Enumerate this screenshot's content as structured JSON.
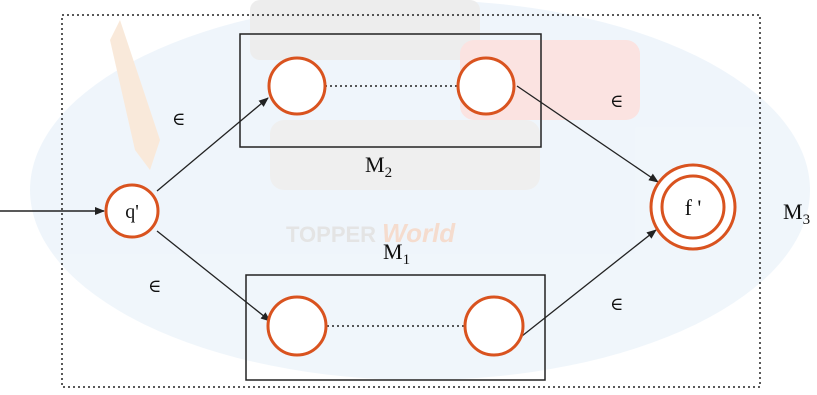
{
  "colors": {
    "state_stroke": "#d9531f",
    "line": "#222222",
    "background": "#ffffff",
    "watermark_blue": "#e6f0fa",
    "watermark_gray": "#e9e9e9",
    "watermark_orange": "#f6dcc8",
    "watermark_pink": "#f8d3d0"
  },
  "states": {
    "start": "q'",
    "final": "f '"
  },
  "machines": {
    "upper": "M",
    "upper_sub": "2",
    "lower": "M",
    "lower_sub": "1",
    "outer": "M",
    "outer_sub": "3"
  },
  "transitions": {
    "start_to_upper": "∈",
    "start_to_lower": "∈",
    "upper_to_final": "∈",
    "lower_to_final": "∈"
  },
  "watermark": {
    "brand_a": "TOPPER",
    "brand_b": "World"
  }
}
